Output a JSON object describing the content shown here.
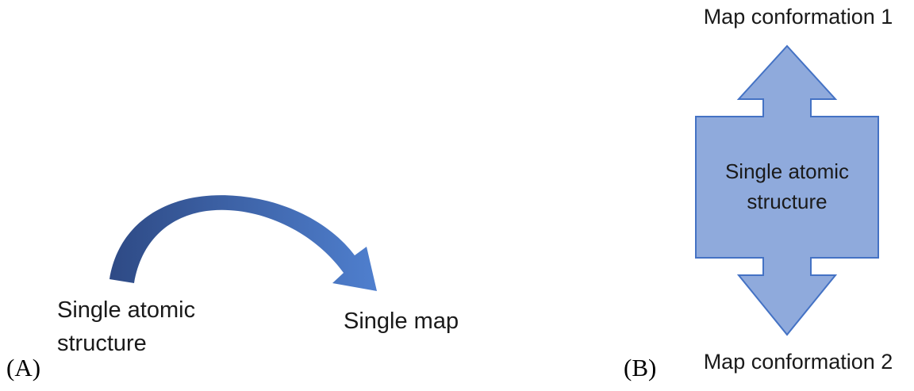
{
  "figure": {
    "panel_a": {
      "tag": "(A)",
      "source_line1": "Single atomic",
      "source_line2": "structure",
      "target_label": "Single map",
      "arrow_icon": "curved-arrow-icon"
    },
    "panel_b": {
      "tag": "(B)",
      "top_label": "Map conformation 1",
      "shape_line1": "Single atomic",
      "shape_line2": "structure",
      "bottom_label": "Map conformation 2",
      "shape_icon": "up-down-arrow-shape"
    }
  },
  "colors": {
    "background": "#ffffff",
    "text": "#1a1a1a",
    "shape_fill": "#8faadc",
    "shape_stroke": "#4472c4",
    "arrow_gradient_start": "#2e4a85",
    "arrow_gradient_end": "#4f7fce"
  }
}
